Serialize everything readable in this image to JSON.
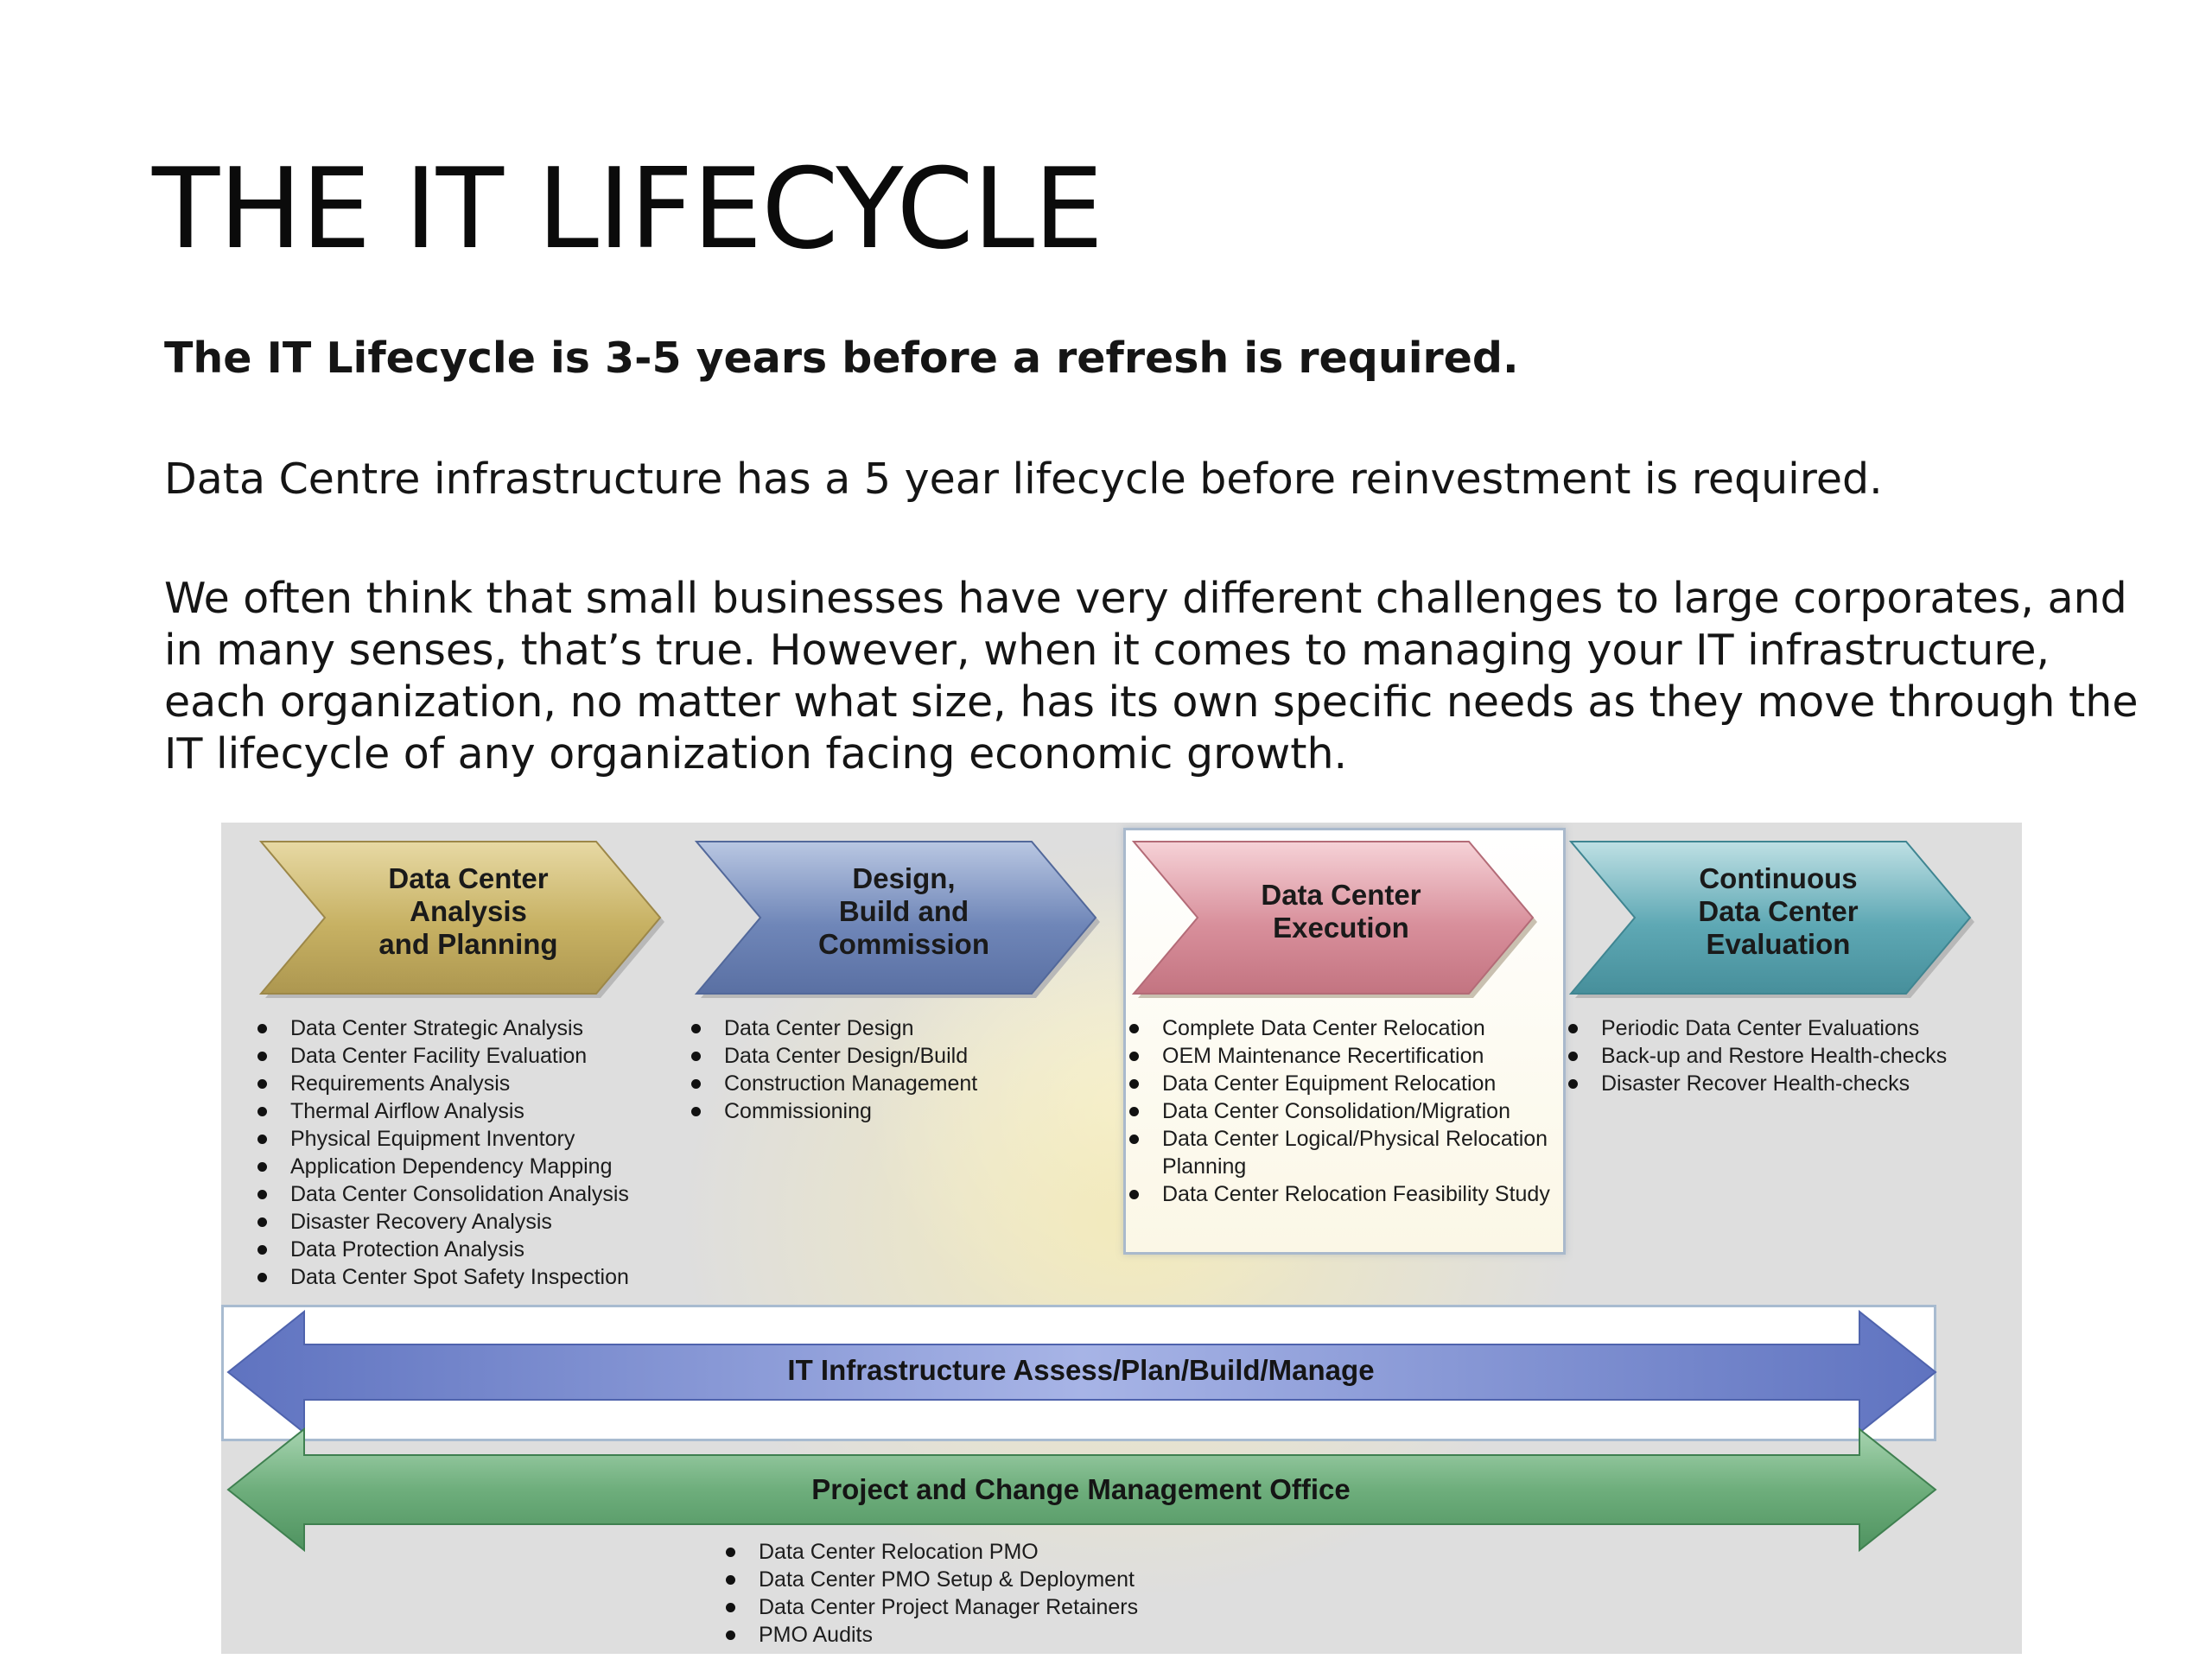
{
  "slide": {
    "title": "THE IT LIFECYCLE",
    "paragraphs": [
      "The IT Lifecycle is 3-5 years before a refresh is required.",
      "Data Centre infrastructure has a 5 year lifecycle before reinvestment is required.",
      "We often think that small businesses have very different challenges to large corporates, and in many senses, that’s true.  However, when it comes to managing your IT infrastructure, each organization, no matter what size, has its own specific needs as they move through the IT lifecycle of any organization facing economic growth."
    ]
  },
  "diagram": {
    "colors": {
      "gold": "#c7b163",
      "blue": "#6f86b8",
      "pink": "#d88f9b",
      "teal": "#5ea8b4",
      "it_bar": "#7f91d3",
      "pmo_bar": "#6eae7c"
    },
    "phases": [
      {
        "label": "Data Center\nAnalysis\nand Planning",
        "items": [
          "Data Center Strategic Analysis",
          "Data Center Facility Evaluation",
          "Requirements Analysis",
          "Thermal Airflow Analysis",
          "Physical Equipment Inventory",
          "Application Dependency Mapping",
          "Data Center Consolidation Analysis",
          "Disaster Recovery Analysis",
          "Data Protection Analysis",
          "Data Center Spot Safety Inspection"
        ]
      },
      {
        "label": "Design,\nBuild and\nCommission",
        "items": [
          "Data Center Design",
          "Data Center Design/Build",
          "Construction Management",
          "Commissioning"
        ]
      },
      {
        "label": "Data Center\nExecution",
        "items": [
          "Complete Data Center Relocation",
          "OEM Maintenance Recertification",
          "Data Center Equipment Relocation",
          "Data Center Consolidation/Migration",
          "Data Center Logical/Physical Relocation Planning",
          "Data Center Relocation Feasibility Study"
        ]
      },
      {
        "label": "Continuous\nData Center\nEvaluation",
        "items": [
          "Periodic Data Center Evaluations",
          "Back-up and Restore Health-checks",
          "Disaster Recover Health-checks"
        ]
      }
    ],
    "it_bar": {
      "label": "IT Infrastructure Assess/Plan/Build/Manage"
    },
    "pmo_bar": {
      "label": "Project and Change Management Office",
      "items": [
        "Data Center Relocation PMO",
        "Data Center PMO Setup & Deployment",
        "Data Center Project Manager Retainers",
        "PMO Audits"
      ]
    }
  }
}
